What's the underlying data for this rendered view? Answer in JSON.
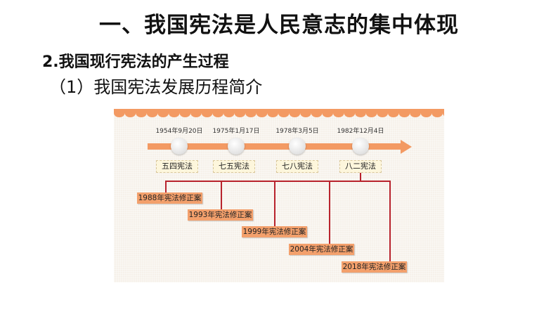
{
  "title": "一、我国宪法是人民意志的集中体现",
  "subtitle": "2.我国现行宪法的产生过程",
  "section": "（1）我国宪法发展历程简介",
  "timeline": [
    {
      "date": "1954年9月20日",
      "label": "五四宪法"
    },
    {
      "date": "1975年1月17日",
      "label": "七五宪法"
    },
    {
      "date": "1978年3月5日",
      "label": "七八宪法"
    },
    {
      "date": "1982年12月4日",
      "label": "八二宪法"
    }
  ],
  "amendments": [
    "1988年宪法修正案",
    "1993年宪法修正案",
    "1999年宪法修正案",
    "2004年宪法修正案",
    "2018年宪法修正案"
  ],
  "colors": {
    "accent": "#f39a63",
    "line": "#b8232d"
  }
}
